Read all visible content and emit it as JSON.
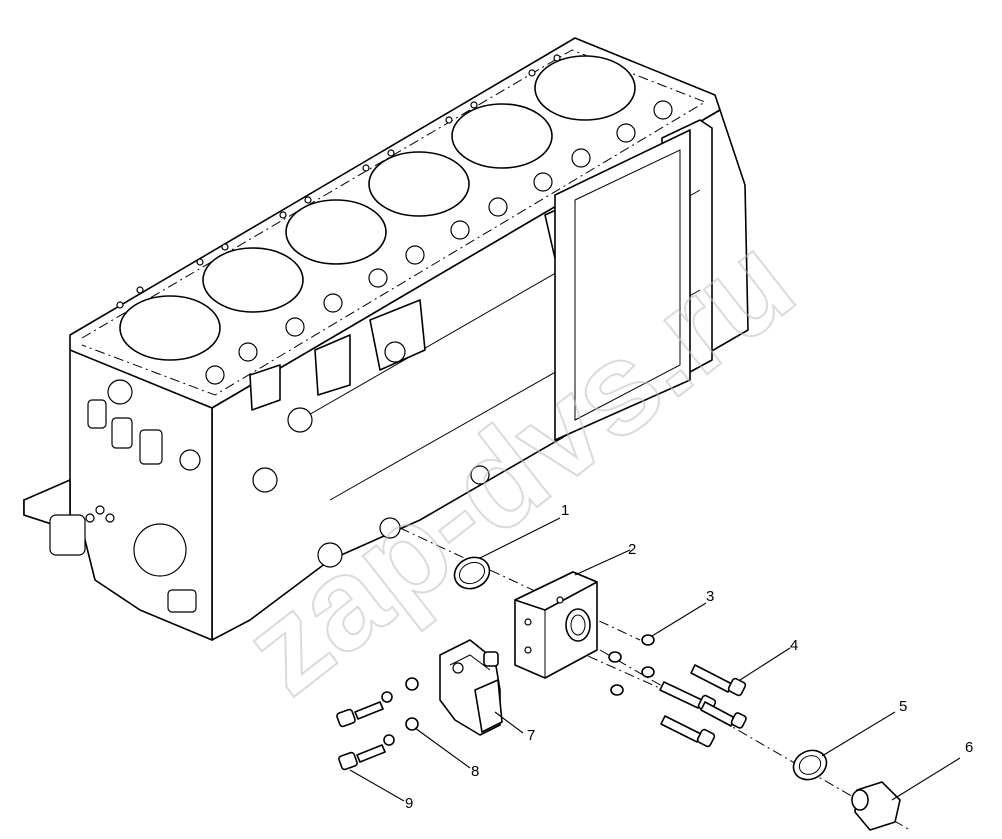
{
  "watermark": "zap-dvs.ru",
  "callouts": [
    {
      "id": "1",
      "label": "1"
    },
    {
      "id": "2",
      "label": "2"
    },
    {
      "id": "3",
      "label": "3"
    },
    {
      "id": "4",
      "label": "4"
    },
    {
      "id": "5",
      "label": "5"
    },
    {
      "id": "6",
      "label": "6"
    },
    {
      "id": "7",
      "label": "7"
    },
    {
      "id": "8",
      "label": "8"
    },
    {
      "id": "9",
      "label": "9"
    }
  ]
}
